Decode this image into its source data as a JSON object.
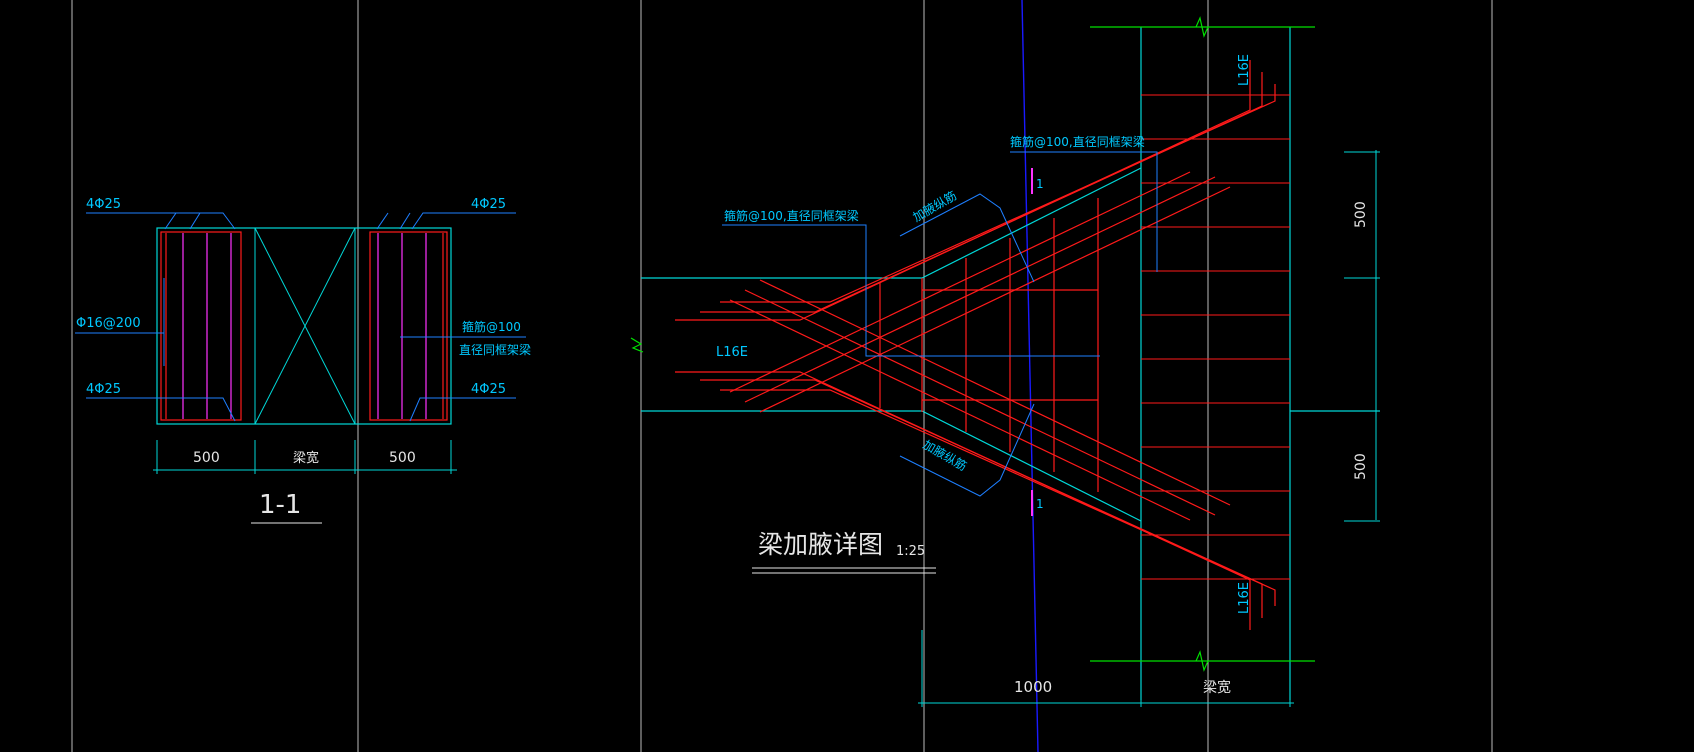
{
  "colors": {
    "background": "#000000",
    "grid": "#bdbdbd",
    "concrete": "#00d7d7",
    "rebar": "#ff1a1a",
    "stirrup": "#ff33ff",
    "leader": "#1e7fff",
    "annotation": "#33b5ff",
    "text_white": "#e6e6e6",
    "green": "#00e000",
    "axis_blue": "#1a1aff"
  },
  "section": {
    "title": "1-1",
    "labels": {
      "top_left": "4Φ25",
      "top_right": "4Φ25",
      "bottom_left": "4Φ25",
      "bottom_right": "4Φ25",
      "side_bars": "Φ16@200",
      "stirrup_line1": "箍筋@100",
      "stirrup_line2": "直径同框架梁"
    },
    "dims": {
      "left": "500",
      "mid": "梁宽",
      "right": "500"
    }
  },
  "detail": {
    "title": "梁加腋详图",
    "scale": "1:25",
    "labels": {
      "stirrup_top": "箍筋@100,直径同框架梁",
      "stirrup_left": "箍筋@100,直径同框架梁",
      "haunch_top": "加腋纵筋",
      "haunch_bottom": "加腋纵筋",
      "anchor_left": "L16E",
      "anchor_top": "L16E",
      "anchor_bottom": "L16E",
      "cut_top": "1",
      "cut_bottom": "1"
    },
    "dims": {
      "right_top": "500",
      "right_bottom": "500",
      "bottom_left": "1000",
      "bottom_right": "梁宽"
    }
  }
}
